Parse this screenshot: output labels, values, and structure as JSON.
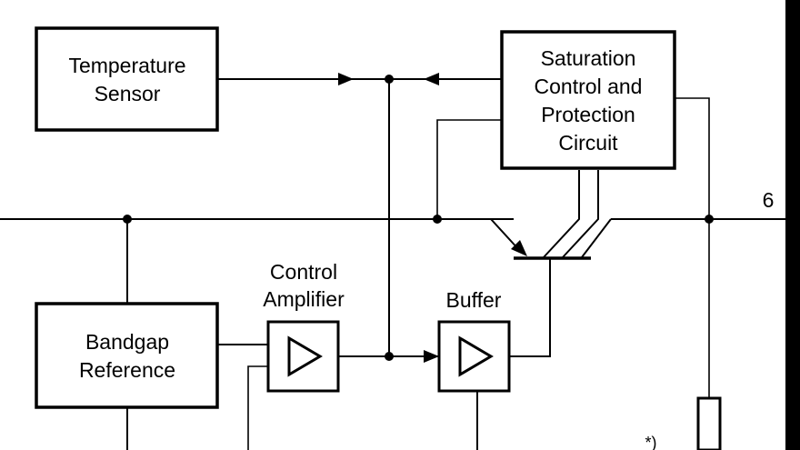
{
  "blocks": {
    "temperature_sensor": {
      "line1": "Temperature",
      "line2": "Sensor"
    },
    "saturation_control": {
      "line1": "Saturation",
      "line2": "Control and",
      "line3": "Protection",
      "line4": "Circuit"
    },
    "bandgap_reference": {
      "line1": "Bandgap",
      "line2": "Reference"
    },
    "control_amplifier": {
      "line1": "Control",
      "line2": "Amplifier"
    },
    "buffer": {
      "line1": "Buffer"
    }
  },
  "pins": {
    "output_pin": "6"
  },
  "notes": {
    "footnote_marker": "*)"
  }
}
